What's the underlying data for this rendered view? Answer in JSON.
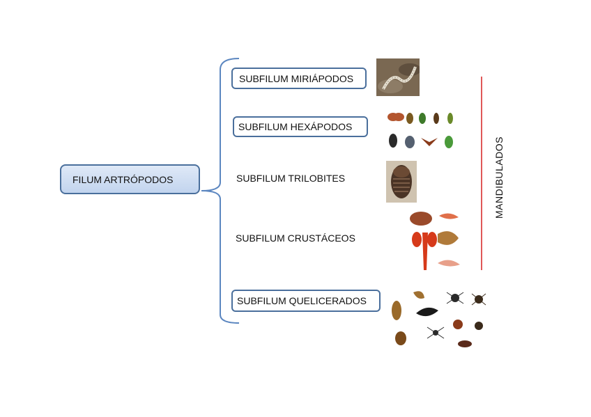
{
  "root": {
    "label": "FILUM ARTRÓPODOS"
  },
  "subphyla": [
    {
      "label": "SUBFILUM MIRIÁPODOS",
      "boxed": true
    },
    {
      "label": "SUBFILUM HEXÁPODOS",
      "boxed": true
    },
    {
      "label": "SUBFILUM TRILOBITES",
      "boxed": false
    },
    {
      "label": "SUBFILUM CRUSTÁCEOS",
      "boxed": false
    },
    {
      "label": "SUBFILUM QUELICERADOS",
      "boxed": true
    }
  ],
  "side_label": "MANDIBULADOS",
  "colors": {
    "box_border": "#4a6f9c",
    "bracket": "#5b86c0",
    "side_line": "#d62020"
  },
  "images": [
    "centipede-photo",
    "insects-photo",
    "trilobite-photo",
    "crustaceans-photo",
    "arachnids-photo"
  ]
}
